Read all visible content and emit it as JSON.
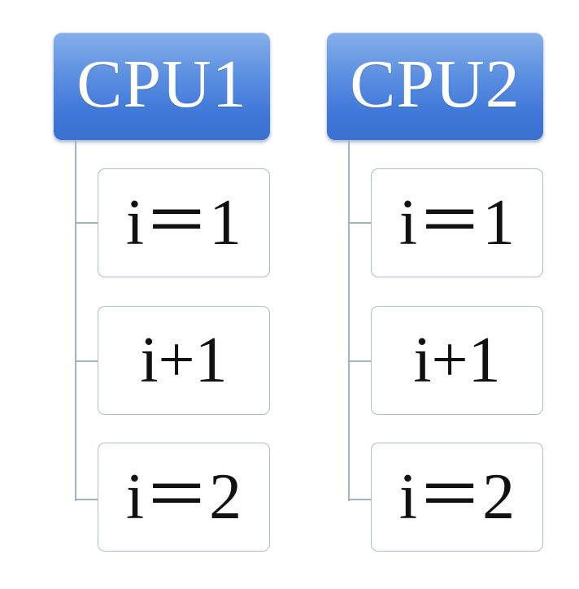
{
  "diagram": {
    "columns": [
      {
        "title": "CPU1",
        "steps": [
          "i＝1",
          "i+1",
          "i＝2"
        ]
      },
      {
        "title": "CPU2",
        "steps": [
          "i＝1",
          "i+1",
          "i＝2"
        ]
      }
    ]
  },
  "colors": {
    "header_top": "#86b0ea",
    "header_bottom": "#3a70cf",
    "header_text": "#ffffff",
    "connector": "#9fb3ca",
    "node_border": "#a9bdd4",
    "node_text": "#111111"
  }
}
